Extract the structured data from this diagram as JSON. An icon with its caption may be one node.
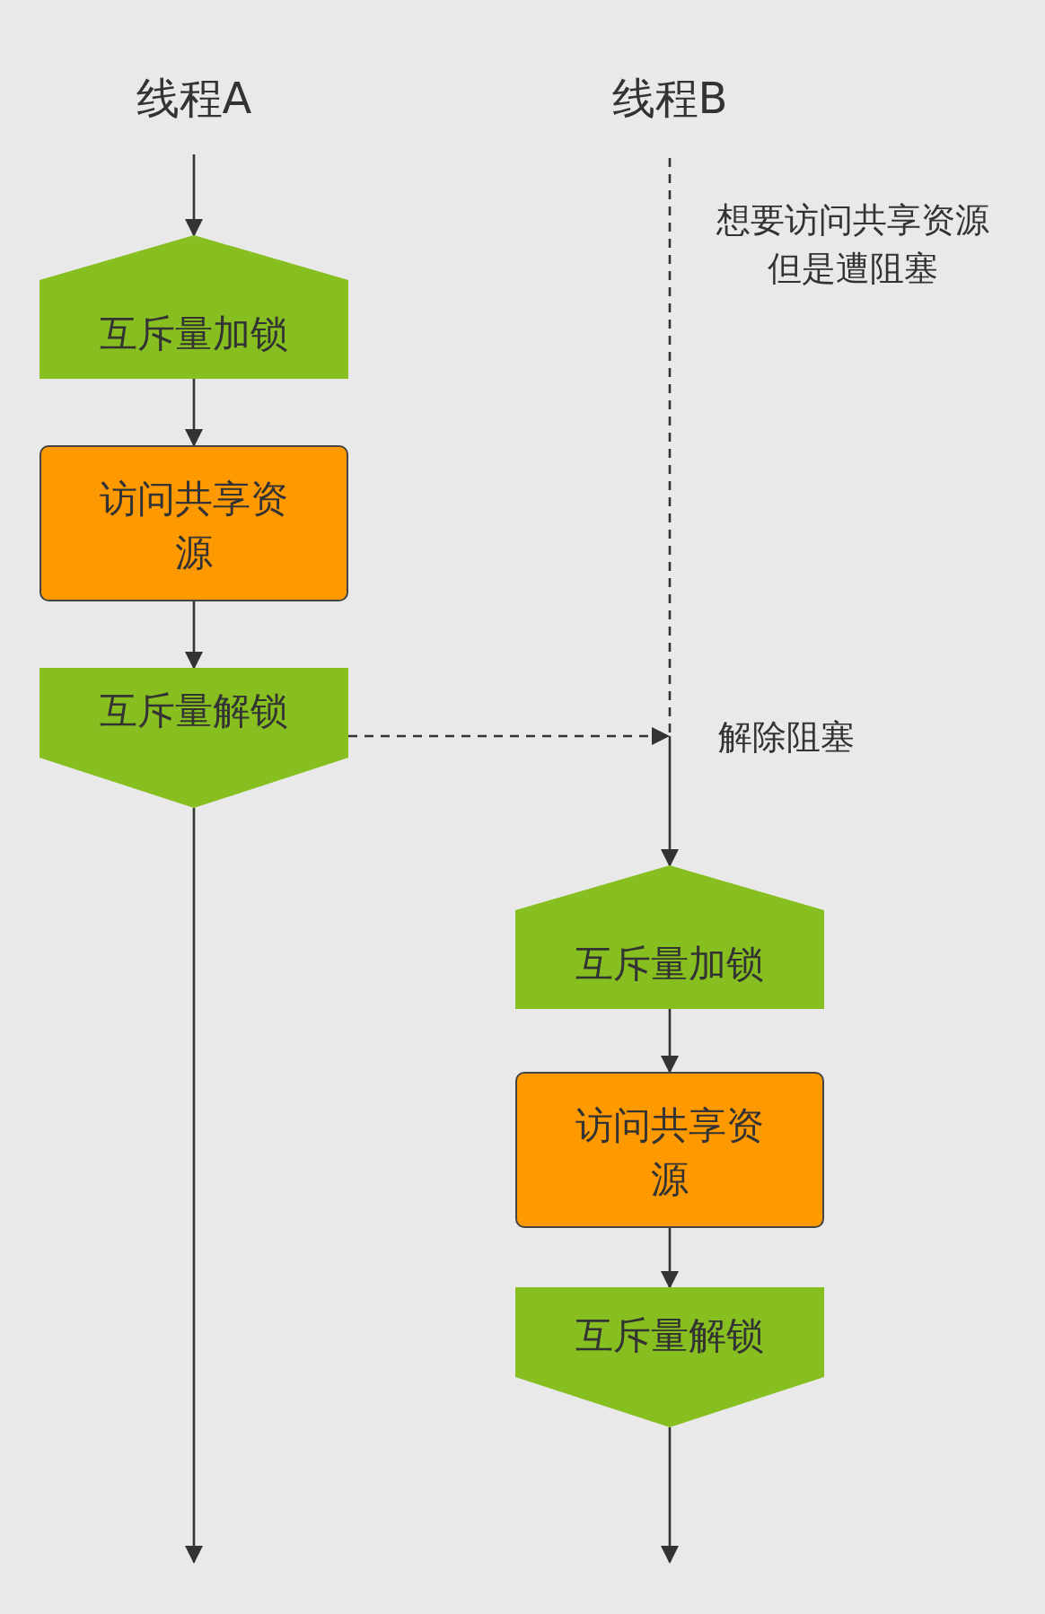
{
  "diagram": {
    "nodes": [
      {
        "text": [
          "线程A"
        ]
      },
      {
        "text": [
          "线程B"
        ]
      },
      {
        "text": [
          "互斥量加锁"
        ]
      },
      {
        "text": [
          "访问共享资源"
        ]
      },
      {
        "text": [
          "互斥量解锁"
        ]
      },
      {
        "text": [
          "互斥量加锁"
        ]
      },
      {
        "text": [
          "访问共享资源"
        ]
      },
      {
        "text": [
          "互斥量解锁"
        ]
      }
    ],
    "edges": [
      {
        "from": 0,
        "to": 2,
        "arrow": "to"
      },
      {
        "from": 2,
        "to": 3,
        "arrow": "to"
      },
      {
        "from": 3,
        "to": 4,
        "arrow": "to"
      },
      {
        "from": 4,
        "to": null,
        "arrow": "to"
      },
      {
        "from": 1,
        "to": null,
        "arrow": "none",
        "style": "dashed"
      },
      {
        "from": 4,
        "to": null,
        "arrow": "to",
        "style": "dashed"
      },
      {
        "from": null,
        "to": 5,
        "arrow": "to"
      },
      {
        "from": 5,
        "to": 6,
        "arrow": "to"
      },
      {
        "from": 6,
        "to": 7,
        "arrow": "to"
      },
      {
        "from": 7,
        "to": null,
        "arrow": "to"
      }
    ],
    "labels": [
      "想要访问共享资源但是遭阻塞",
      "解除阻塞"
    ]
  }
}
